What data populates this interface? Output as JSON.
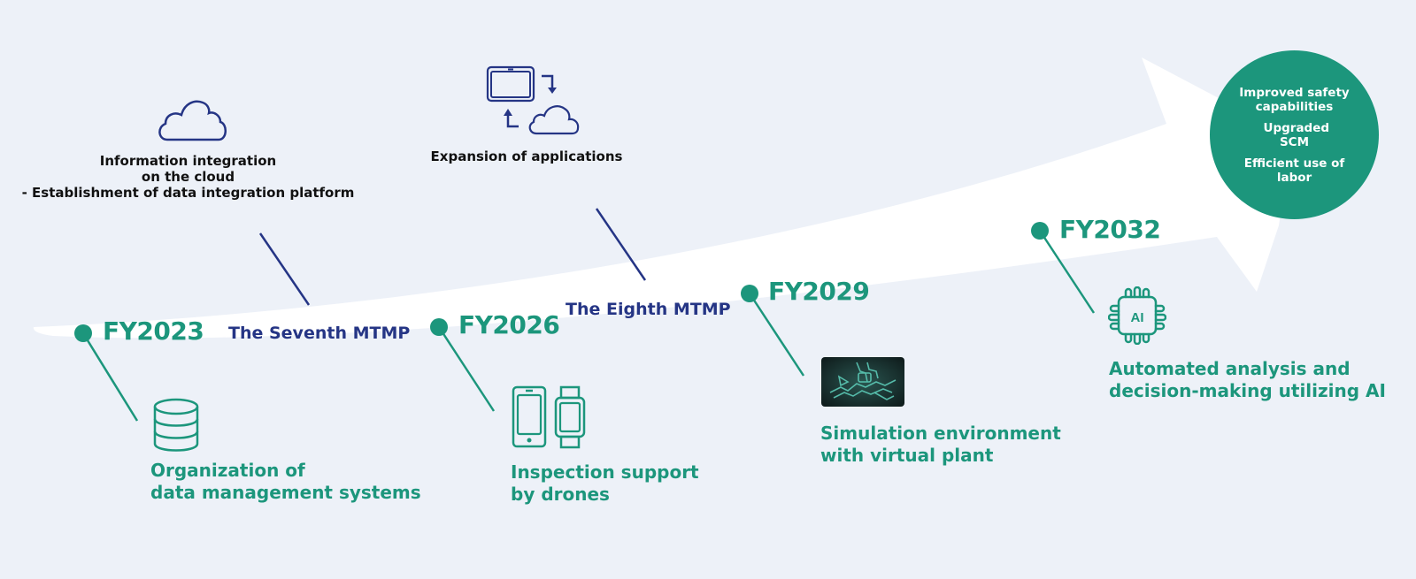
{
  "colors": {
    "background": "#edf1f8",
    "accent_green": "#1c967c",
    "navy": "#253585",
    "arrow": "#ffffff",
    "text_dark": "#111111"
  },
  "milestones": [
    {
      "year": "FY2023",
      "caption_lines": [
        "Organization of",
        "data management systems"
      ],
      "icon": "database-icon"
    },
    {
      "year": "FY2026",
      "caption_lines": [
        "Inspection support",
        "by drones"
      ],
      "icon": "phone-and-watch-icon"
    },
    {
      "year": "FY2029",
      "caption_lines": [
        "Simulation environment",
        "with virtual plant"
      ],
      "icon": "virtual-plant-image"
    },
    {
      "year": "FY2032",
      "caption_lines": [
        "Automated analysis and",
        "decision-making utilizing AI"
      ],
      "icon": "ai-chip-icon",
      "icon_text": "AI"
    }
  ],
  "phases": [
    {
      "label": "The Seventh MTMP",
      "caption_lines": [
        "Information integration",
        "on the cloud",
        "- Establishment of data integration platform"
      ],
      "icon": "cloud-icon"
    },
    {
      "label": "The Eighth MTMP",
      "caption_lines": [
        "Expansion of applications"
      ],
      "icon": "tablet-cloud-sync-icon"
    }
  ],
  "goals": [
    "Improved safety capabilities",
    "Upgraded SCM",
    "Efficient use of labor"
  ]
}
